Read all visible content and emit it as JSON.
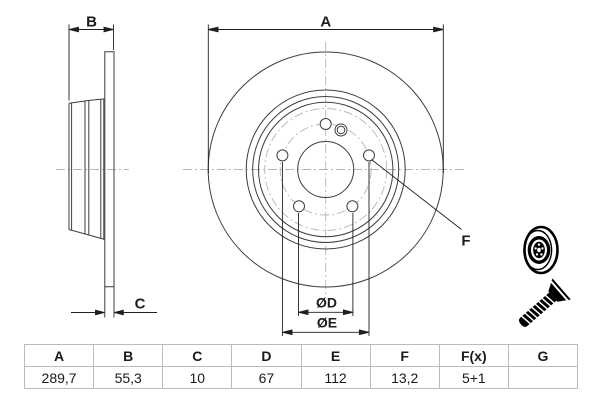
{
  "drawing": {
    "labels": {
      "a": "A",
      "b": "B",
      "c": "C",
      "f": "F",
      "dd": "ØD",
      "de": "ØE"
    }
  },
  "icons": {
    "disc": "brake-disc-icon",
    "screw": "countersunk-screw-icon"
  },
  "colors": {
    "line": "#3d3d3d",
    "dimension": "#1f1f1f",
    "centerline": "#b5b5b5",
    "table_border": "#bbbbbb",
    "text": "#1a1a1a",
    "icon": "#000000",
    "background": "#ffffff"
  },
  "table": {
    "headers": [
      "A",
      "B",
      "C",
      "D",
      "E",
      "F",
      "F(x)",
      "G"
    ],
    "values": [
      "289,7",
      "55,3",
      "10",
      "67",
      "112",
      "13,2",
      "5+1",
      ""
    ]
  }
}
